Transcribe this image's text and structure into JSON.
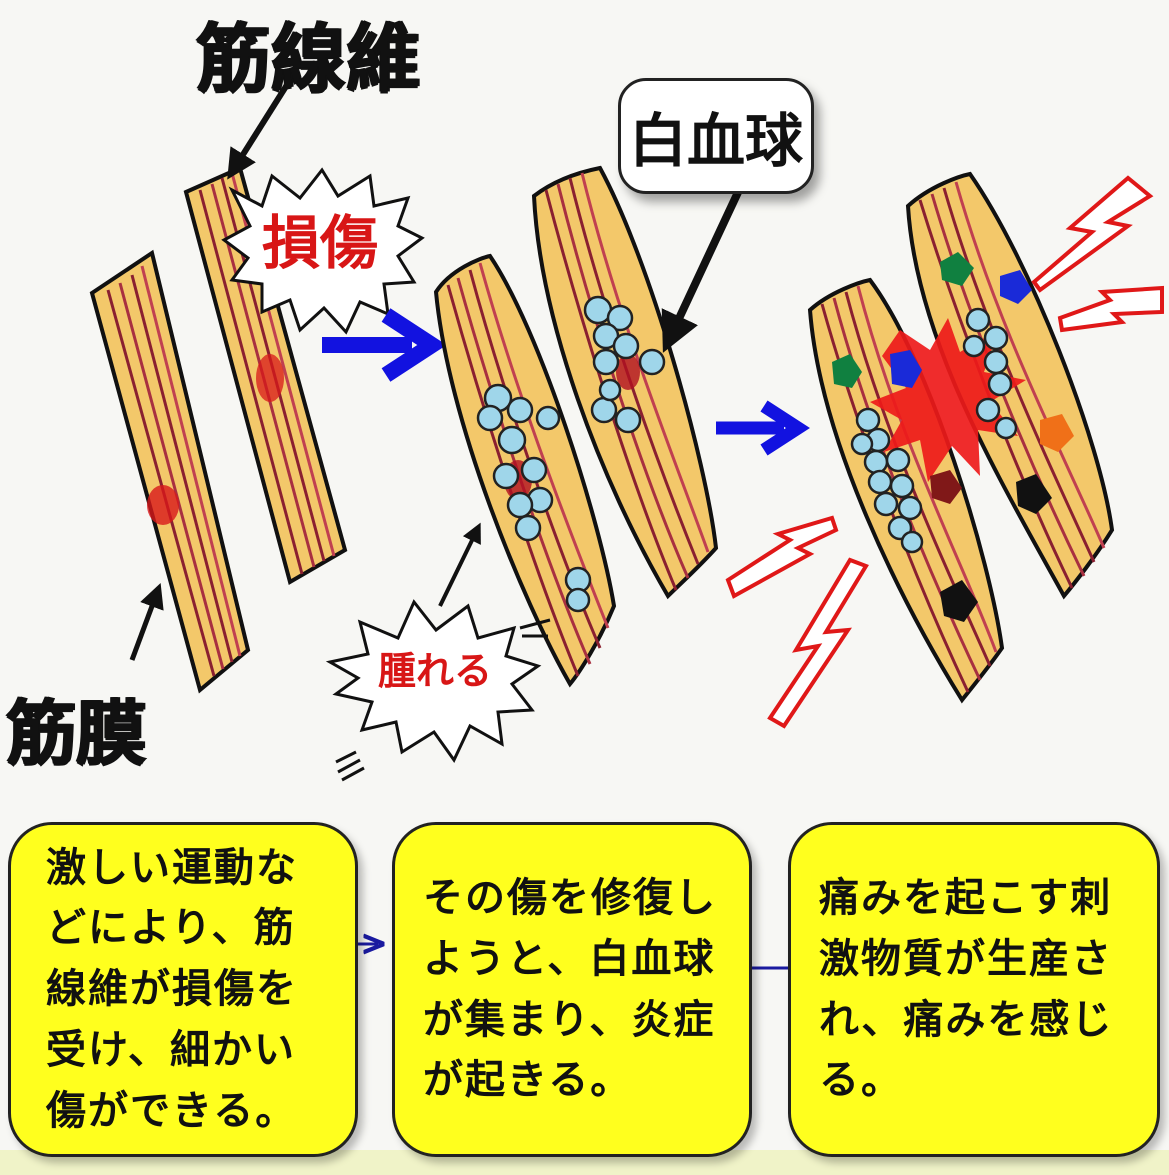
{
  "labels": {
    "muscle_fiber": "筋線維",
    "fascia": "筋膜",
    "white_blood_cell": "白血球",
    "damage": "損傷",
    "swelling": "腫れる"
  },
  "steps": [
    {
      "text": "激しい運動などにより、筋線維が損傷を受け、細かい傷ができる。"
    },
    {
      "text": "その傷を修復しようと、白血球が集まり、炎症が起きる。"
    },
    {
      "text": "痛みを起こす刺激物質が生産され、痛みを感じる。"
    }
  ],
  "colors": {
    "fiber_fill": "#f3c86a",
    "fiber_stripe": "#8a2030",
    "white_blood_cell": "#9fd6ea",
    "flow_arrow": "#1212e0",
    "pain_bolt": "#e01818",
    "box_fill": "#ffff1e"
  }
}
